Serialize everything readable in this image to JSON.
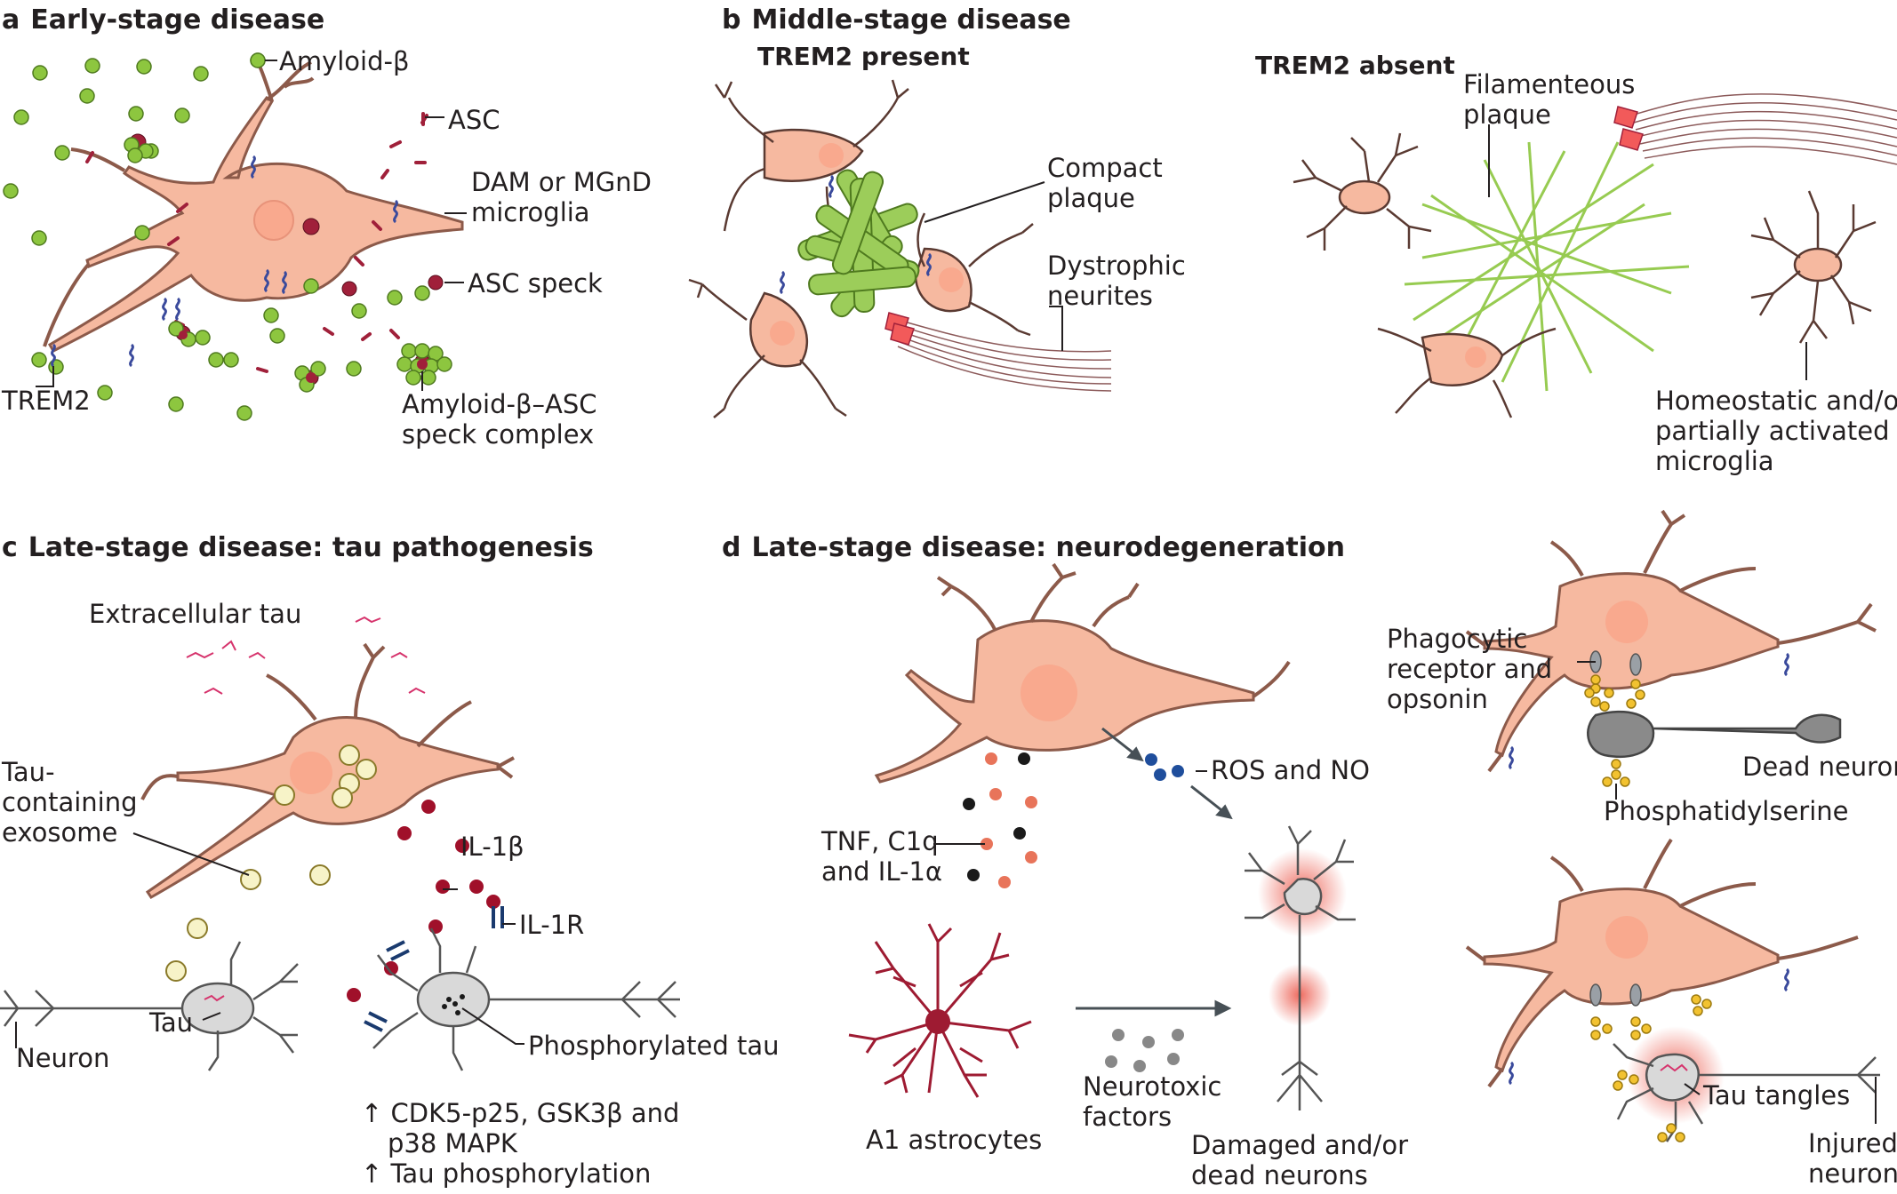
{
  "panels": {
    "a": {
      "letter": "a",
      "title": "Early-stage disease",
      "labels": {
        "amyloid": "Amyloid-β",
        "asc": "ASC",
        "dam_1": "DAM or MGnD",
        "dam_2": "microglia",
        "asc_speck": "ASC speck",
        "trem2": "TREM2",
        "complex_1": "Amyloid-β–ASC",
        "complex_2": "speck complex"
      }
    },
    "b": {
      "letter": "b",
      "title": "Middle-stage disease",
      "present": "TREM2 present",
      "absent": "TREM2 absent",
      "labels": {
        "compact_1": "Compact",
        "compact_2": "plaque",
        "dystrophic_1": "Dystrophic",
        "dystrophic_2": "neurites",
        "filament_1": "Filamenteous",
        "filament_2": "plaque",
        "homeo_1": "Homeostatic and/or",
        "homeo_2": "partially activated",
        "homeo_3": "microglia"
      }
    },
    "c": {
      "letter": "c",
      "title": "Late-stage disease: tau pathogenesis",
      "labels": {
        "extracellular": "Extracellular tau",
        "exo_1": "Tau-",
        "exo_2": "containing",
        "exo_3": "exosome",
        "il1b": "IL-1β",
        "il1r": "IL-1R",
        "tau": "Tau",
        "neuron": "Neuron",
        "phos": "Phosphorylated tau",
        "up_1": "↑ CDK5-p25, GSK3β and",
        "up_2": "p38 MAPK",
        "up_3": "↑ Tau phosphorylation"
      }
    },
    "d": {
      "letter": "d",
      "title": "Late-stage disease: neurodegeneration",
      "labels": {
        "ros": "ROS and NO",
        "tnf_1": "TNF, C1q",
        "tnf_2": "and IL-1α",
        "a1": "A1 astrocytes",
        "neurotox_1": "Neurotoxic",
        "neurotox_2": "factors",
        "damaged_1": "Damaged and/or",
        "damaged_2": "dead neurons",
        "phago_1": "Phagocytic",
        "phago_2": "receptor and",
        "phago_3": "opsonin",
        "dead": "Dead neuron",
        "ps": "Phosphatidylserine",
        "tangles": "Tau tangles",
        "injured_1": "Injured",
        "injured_2": "neuron"
      }
    }
  },
  "colors": {
    "microglia_fill": "#f6b9a0",
    "microglia_stroke": "#8c5a4a",
    "amyloid_green": "#8dc63f",
    "asc_red": "#a0203a",
    "trem2_blue": "#3a4a9c",
    "neuron_gray": "#c8c8c8",
    "astro_red": "#9e1b32",
    "fibril_green": "#8cc63f"
  }
}
